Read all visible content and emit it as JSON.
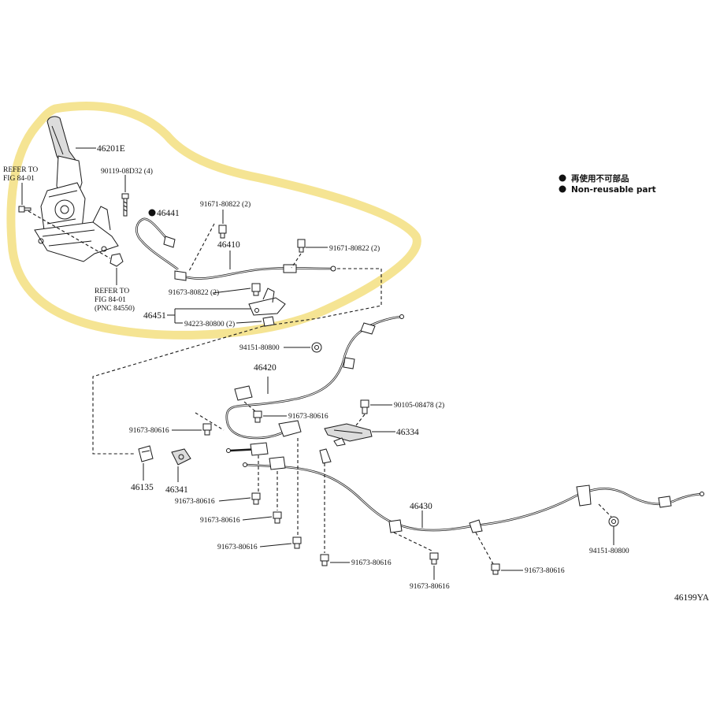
{
  "legend": {
    "japanese": "再使用不可部品",
    "english": "Non-reusable part"
  },
  "figure_code": "46199YA",
  "references": {
    "ref_left": [
      "REFER TO",
      "FIG 84-01"
    ],
    "ref_bottom": [
      "REFER TO",
      "FIG 84-01",
      "(PNC 84550)"
    ]
  },
  "labels": {
    "lever_assy": "46201E",
    "lever_bolt": "90119-08D32 (4)",
    "cable_no1_nonreuse": "46441",
    "bolt_a": "91671-80822 (2)",
    "cable_no1": "46410",
    "bolt_b": "91671-80822 (2)",
    "bolt_c": "91673-80822 (2)",
    "bracket": "46451",
    "nut_a": "94223-80800 (2)",
    "nut_b": "94151-80800",
    "cable_no2": "46420",
    "bolt_d": "90105-08478 (2)",
    "bolt_e": "91673-80616",
    "bolt_f": "91673-80616",
    "bracket_b": "46334",
    "clamp_a": "46135",
    "clamp_b": "46341",
    "bolt_g": "91673-80616",
    "bolt_h": "91673-80616",
    "bolt_i": "91673-80616",
    "cable_no3": "46430",
    "bolt_j": "91673-80616",
    "bolt_k": "91673-80616",
    "bolt_l": "91673-80616",
    "nut_c": "94151-80800"
  }
}
